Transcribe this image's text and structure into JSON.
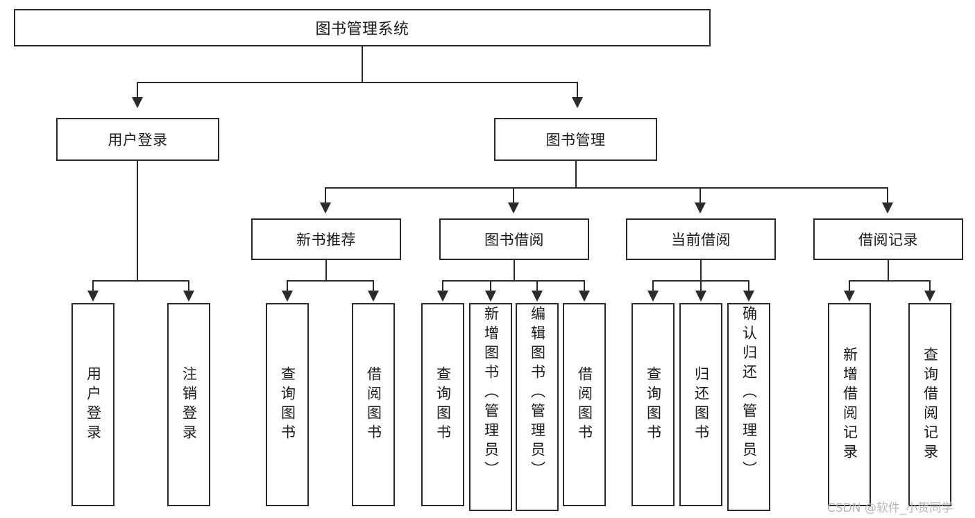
{
  "diagram": {
    "title": "图书管理系统",
    "type": "hierarchy-tree",
    "root": {
      "label": "图书管理系统"
    },
    "level2": [
      {
        "label": "用户登录"
      },
      {
        "label": "图书管理"
      }
    ],
    "level3": [
      {
        "label": "新书推荐"
      },
      {
        "label": "图书借阅"
      },
      {
        "label": "当前借阅"
      },
      {
        "label": "借阅记录"
      }
    ],
    "leaves": {
      "user_login": [
        {
          "label": "用户登录"
        },
        {
          "label": "注销登录"
        }
      ],
      "new_book_recommend": [
        {
          "label": "查询图书"
        },
        {
          "label": "借阅图书"
        }
      ],
      "book_borrow": [
        {
          "label": "查询图书"
        },
        {
          "label": "新增图书（管理员）"
        },
        {
          "label": "编辑图书（管理员）"
        },
        {
          "label": "借阅图书"
        }
      ],
      "current_borrow": [
        {
          "label": "查询图书"
        },
        {
          "label": "归还图书"
        },
        {
          "label": "确认归还（管理员）"
        }
      ],
      "borrow_record": [
        {
          "label": "新增借阅记录"
        },
        {
          "label": "查询借阅记录"
        }
      ]
    }
  },
  "watermark": {
    "text": "CSDN @软件_小贺同学"
  },
  "colors": {
    "stroke": "#2b2b2b",
    "background": "#ffffff",
    "text": "#1a1a1a",
    "watermark": "#b6b6b6"
  }
}
